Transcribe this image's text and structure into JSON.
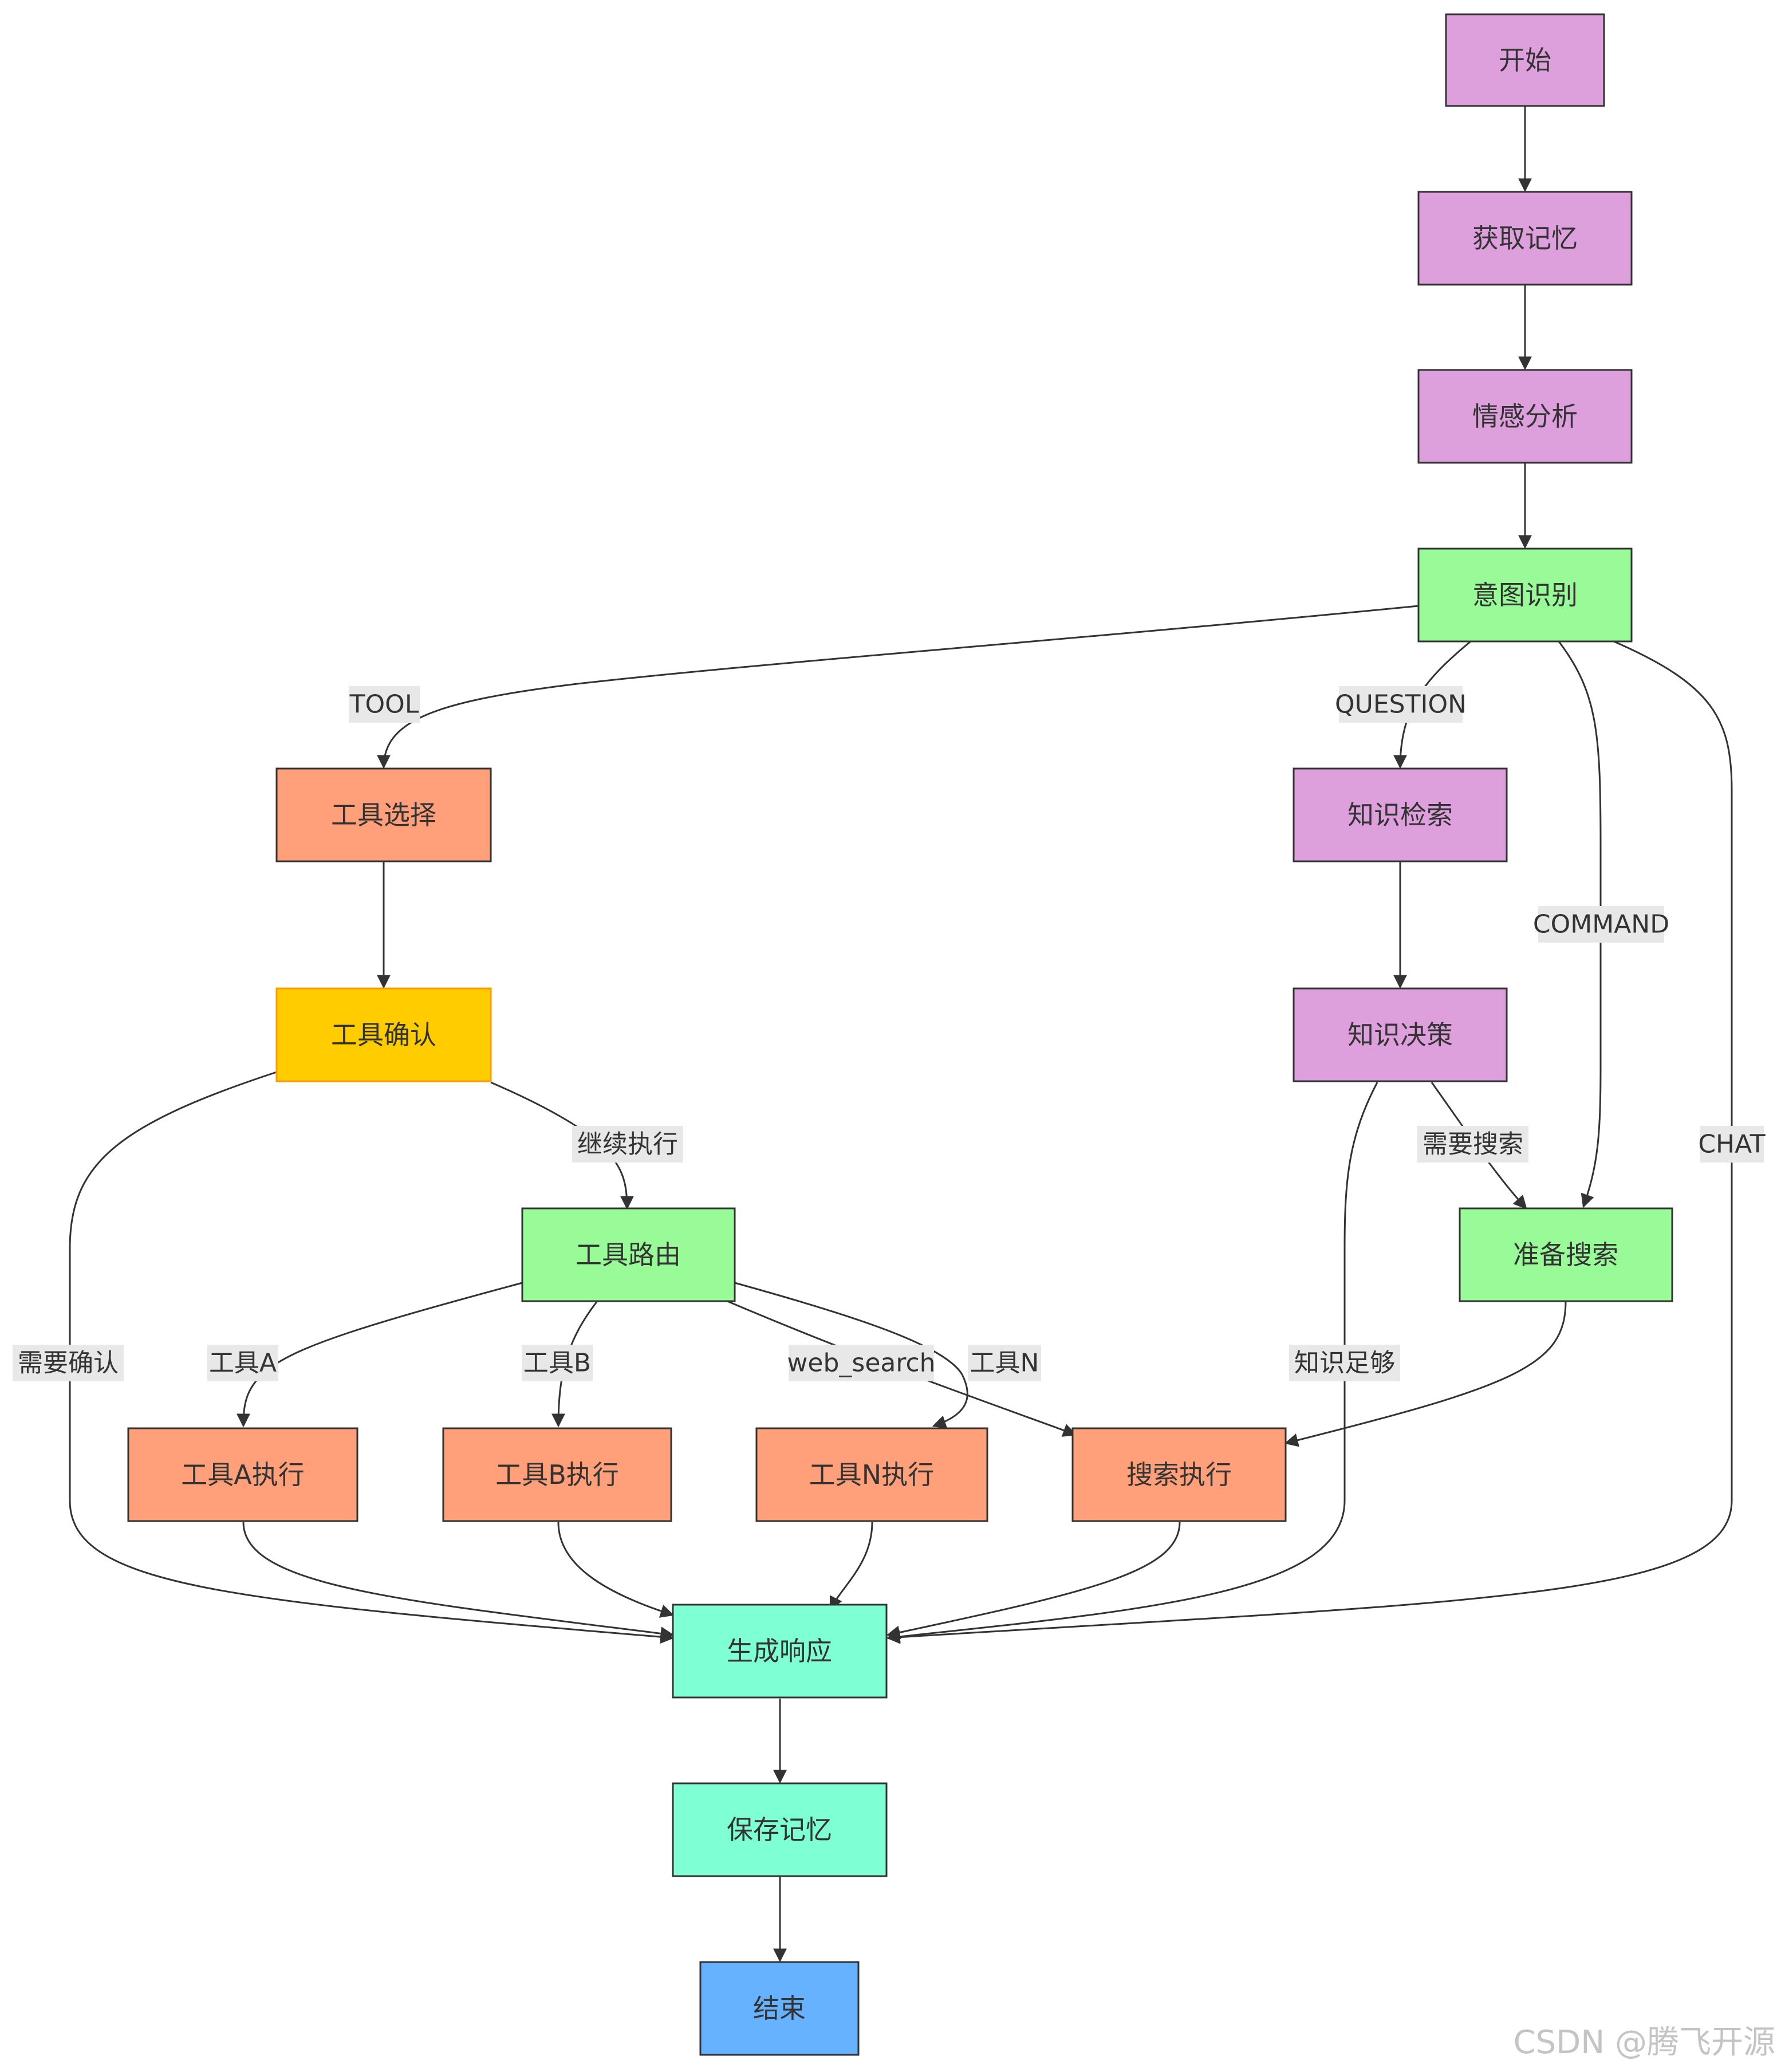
{
  "colors": {
    "purple": "#dda0dd",
    "green": "#98fb98",
    "orange": "#ffa07a",
    "gold": "#ffcc00",
    "teal": "#7fffd4",
    "blue": "#66b2ff",
    "stroke": "#333333",
    "label_bg": "#e8e8e8"
  },
  "nodes": {
    "start": {
      "label": "开始",
      "color": "#dda0dd"
    },
    "get_memory": {
      "label": "获取记忆",
      "color": "#dda0dd"
    },
    "sentiment": {
      "label": "情感分析",
      "color": "#dda0dd"
    },
    "intent": {
      "label": "意图识别",
      "color": "#98fb98"
    },
    "tool_select": {
      "label": "工具选择",
      "color": "#ffa07a"
    },
    "knowledge_search": {
      "label": "知识检索",
      "color": "#dda0dd"
    },
    "tool_confirm": {
      "label": "工具确认",
      "color": "#ffcc00"
    },
    "knowledge_decision": {
      "label": "知识决策",
      "color": "#dda0dd"
    },
    "tool_route": {
      "label": "工具路由",
      "color": "#98fb98"
    },
    "prepare_search": {
      "label": "准备搜索",
      "color": "#98fb98"
    },
    "tool_a": {
      "label": "工具A执行",
      "color": "#ffa07a"
    },
    "tool_b": {
      "label": "工具B执行",
      "color": "#ffa07a"
    },
    "tool_n": {
      "label": "工具N执行",
      "color": "#ffa07a"
    },
    "search_exec": {
      "label": "搜索执行",
      "color": "#ffa07a"
    },
    "gen_response": {
      "label": "生成响应",
      "color": "#7fffd4"
    },
    "save_memory": {
      "label": "保存记忆",
      "color": "#7fffd4"
    },
    "end": {
      "label": "结束",
      "color": "#66b2ff"
    }
  },
  "edge_labels": {
    "tool": "TOOL",
    "question": "QUESTION",
    "command": "COMMAND",
    "chat": "CHAT",
    "continue_exec": "继续执行",
    "need_search": "需要搜索",
    "need_confirm": "需要确认",
    "tool_a": "工具A",
    "tool_b": "工具B",
    "web_search": "web_search",
    "tool_n": "工具N",
    "knowledge_enough": "知识足够"
  },
  "watermark": "CSDN @腾飞开源"
}
